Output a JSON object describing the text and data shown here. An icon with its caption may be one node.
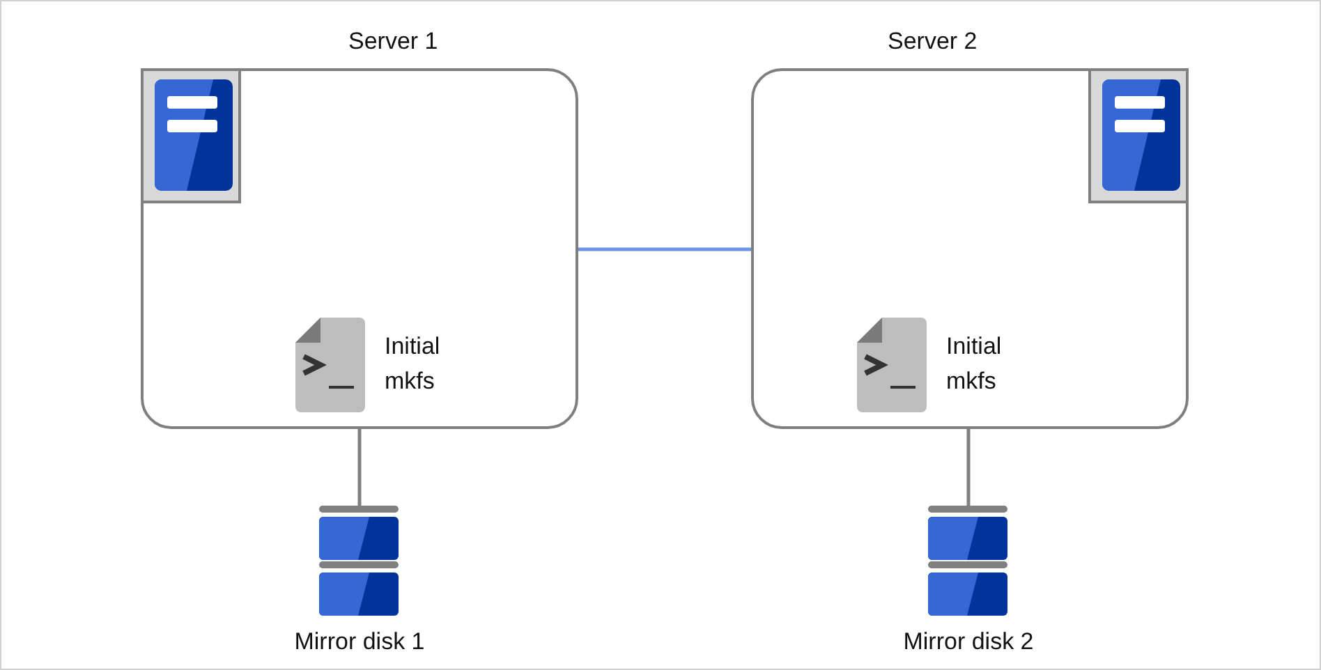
{
  "diagram": {
    "nodes": [
      {
        "text": [
          "Server 1"
        ]
      },
      {
        "text": [
          "Server 2"
        ]
      },
      {
        "text": [
          "Mirror disk 1"
        ]
      },
      {
        "text": [
          "Mirror disk 2"
        ]
      }
    ],
    "edges": [
      {
        "from": 0,
        "to": 1,
        "arrow": "none",
        "color": "#6a93e6"
      },
      {
        "from": 0,
        "to": 2,
        "arrow": "none"
      },
      {
        "from": 1,
        "to": 3,
        "arrow": "none"
      }
    ],
    "labels": [
      "Initial mkfs",
      "Initial mkfs"
    ]
  }
}
